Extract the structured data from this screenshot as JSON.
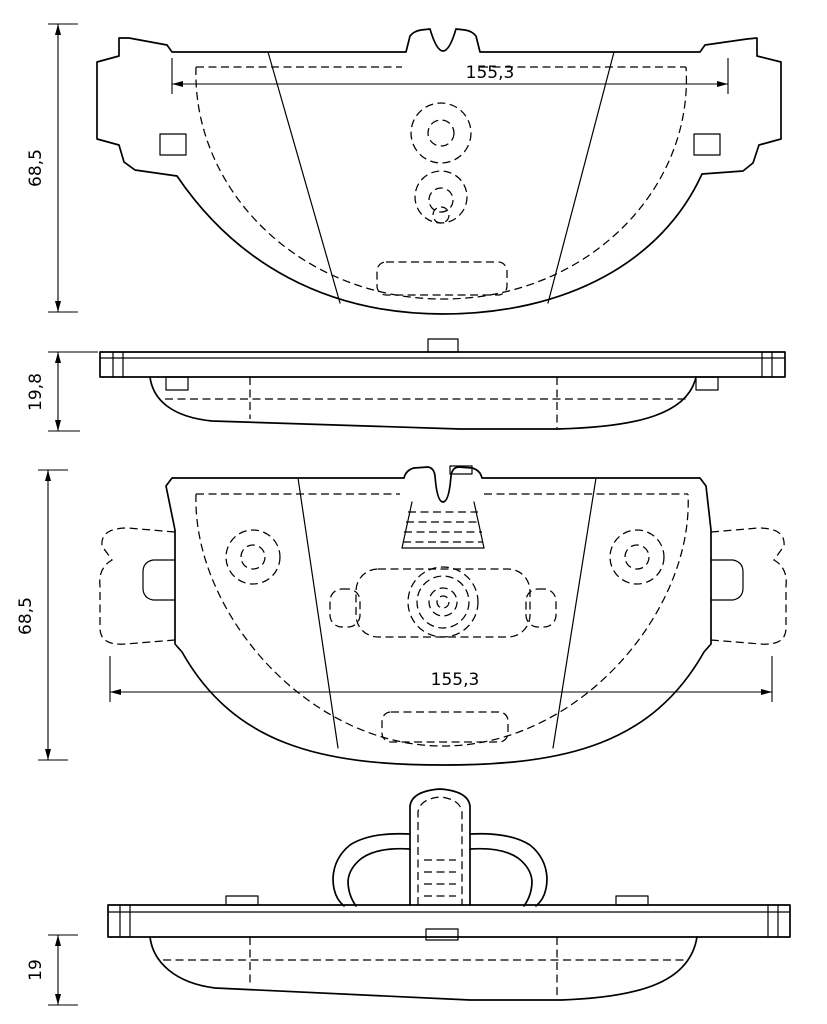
{
  "colors": {
    "background": "#ffffff",
    "line": "#000000"
  },
  "views": {
    "pad_front_top": {
      "width_dim": "155,3",
      "height_dim": "68,5"
    },
    "pad_side_top": {
      "thickness_dim": "19,8"
    },
    "pad_front_bottom": {
      "height_dim": "68,5",
      "width_dim": "155,3"
    },
    "pad_side_bottom": {
      "thickness_dim": "19"
    }
  }
}
